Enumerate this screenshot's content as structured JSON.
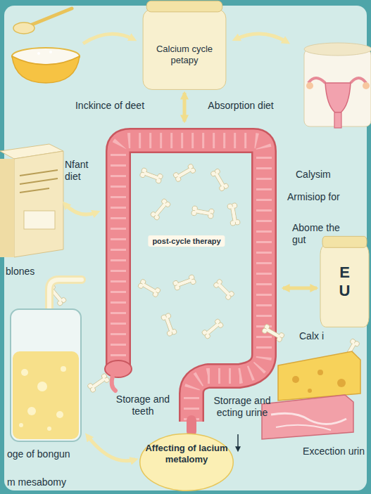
{
  "diagram": {
    "nodes": [
      {
        "text": [
          "Calcium cycle petapy"
        ]
      },
      {
        "text": [
          "post-cycle therapy"
        ]
      },
      {
        "text": [
          "Affecting of lacium metalomy"
        ]
      },
      {
        "text": [
          "E",
          "U"
        ]
      }
    ],
    "edges": [
      {
        "from": 0,
        "to": 1,
        "arrow": "both"
      },
      {
        "from": 1,
        "to": 3,
        "arrow": "both"
      }
    ],
    "labels": [
      "Inckince of deet",
      "Absorption diet",
      "Calysim",
      "Armisiop for",
      "Abome the gut",
      "Nfant diet",
      "blones",
      "Storage and teeth",
      "Storrage and ecting urine",
      "Calx i",
      "Excection urin",
      "oge of bongun",
      "m mesabomy"
    ]
  }
}
